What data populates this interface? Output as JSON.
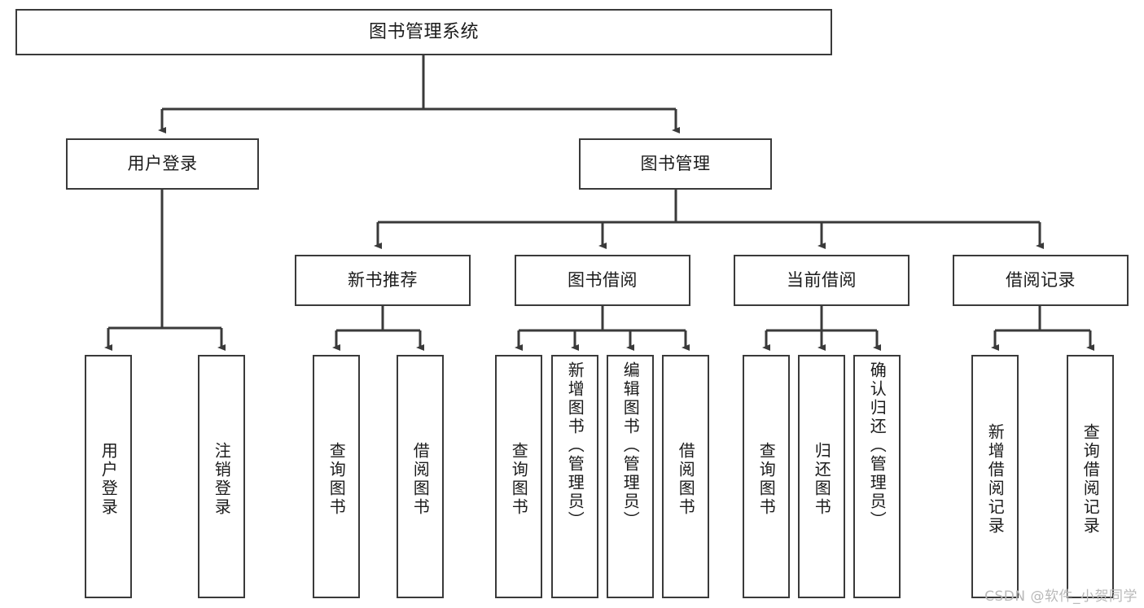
{
  "diagram": {
    "title": "图书管理系统",
    "type": "tree",
    "watermark": "CSDN @软件_小贺同学",
    "colors": {
      "stroke": "#3a3a3a",
      "fill": "#ffffff",
      "text": "#1b1b1b",
      "watermark": "#b9b9b9"
    },
    "nodes": {
      "root": {
        "label": "图书管理系统"
      },
      "level2": [
        {
          "id": "user-login",
          "label": "用户登录"
        },
        {
          "id": "book-manage",
          "label": "图书管理"
        }
      ],
      "level3": [
        {
          "id": "new-book-recommend",
          "label": "新书推荐"
        },
        {
          "id": "book-borrow",
          "label": "图书借阅"
        },
        {
          "id": "current-borrow",
          "label": "当前借阅"
        },
        {
          "id": "borrow-record",
          "label": "借阅记录"
        }
      ],
      "leaves": {
        "user-login": [
          {
            "id": "leaf-user-login",
            "label": "用户登录"
          },
          {
            "id": "leaf-logout-login",
            "label": "注销登录"
          }
        ],
        "new-book-recommend": [
          {
            "id": "leaf-query-book-1",
            "label": "查询图书"
          },
          {
            "id": "leaf-borrow-book-1",
            "label": "借阅图书"
          }
        ],
        "book-borrow": [
          {
            "id": "leaf-query-book-2",
            "label": "查询图书"
          },
          {
            "id": "leaf-add-book",
            "label": "新增图书（管理员）"
          },
          {
            "id": "leaf-edit-book",
            "label": "编辑图书（管理员）"
          },
          {
            "id": "leaf-borrow-book-2",
            "label": "借阅图书"
          }
        ],
        "current-borrow": [
          {
            "id": "leaf-query-book-3",
            "label": "查询图书"
          },
          {
            "id": "leaf-return-book",
            "label": "归还图书"
          },
          {
            "id": "leaf-confirm-return",
            "label": "确认归还（管理员）"
          }
        ],
        "borrow-record": [
          {
            "id": "leaf-add-record",
            "label": "新增借阅记录"
          },
          {
            "id": "leaf-query-record",
            "label": "查询借阅记录"
          }
        ]
      }
    }
  }
}
